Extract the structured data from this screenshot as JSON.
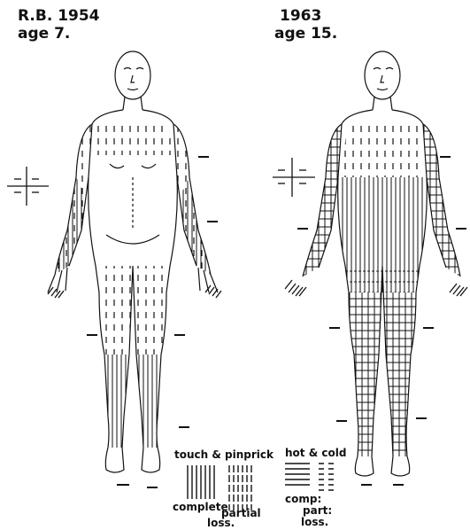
{
  "left_figure": {
    "label_line1": "R.B. 1954",
    "label_line2": "age  7."
  },
  "right_figure": {
    "label_line1": "1963",
    "label_line2": "age 15."
  },
  "legend_touch": {
    "title": "touch & pinprick",
    "complete_label": "complete",
    "partial_label": "partial",
    "loss_label": "loss."
  },
  "legend_temp": {
    "title": "hot & cold",
    "comp_label": "comp:",
    "part_label": "part:",
    "loss_label": "loss."
  }
}
